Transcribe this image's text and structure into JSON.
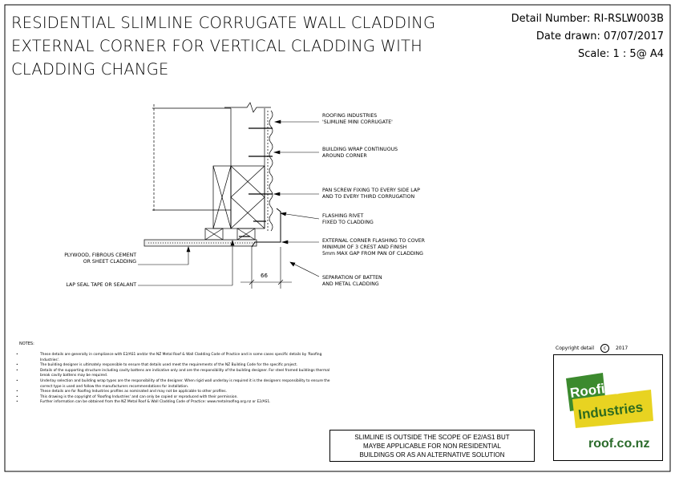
{
  "title": {
    "line1": "RESIDENTIAL SLIMLINE CORRUGATE WALL CLADDING",
    "line2": "EXTERNAL CORNER FOR VERTICAL CLADDING WITH",
    "line3": "CLADDING CHANGE"
  },
  "meta": {
    "detail_number": "Detail Number:  RI-RSLW003B",
    "date_drawn": "Date drawn:  07/07/2017",
    "scale": "Scale:    1 : 5@ A4"
  },
  "labels": {
    "mini_corrugate_1": "ROOFING INDUSTRIES",
    "mini_corrugate_2": "'SLIMLINE MINI CORRUGATE'",
    "wrap_1": "BUILDING WRAP CONTINUOUS",
    "wrap_2": "AROUND CORNER",
    "screw_1": "PAN SCREW FIXING TO EVERY SIDE LAP",
    "screw_2": "AND TO EVERY THIRD CORRUGATION",
    "rivet_1": "FLASHING RIVET",
    "rivet_2": "FIXED TO CLADDING",
    "flash_1": "EXTERNAL CORNER FLASHING TO COVER",
    "flash_2": "MINIMUM OF 3 CREST AND FINISH",
    "flash_3": "5mm MAX GAP FROM PAN OF CLADDING",
    "separation_1": "SEPARATION OF BATTEN",
    "separation_2": "AND METAL CLADDING",
    "plywood_1": "PLYWOOD, FIBROUS CEMENT",
    "plywood_2": "OR SHEET CLADDING",
    "lap_seal": "LAP SEAL TAPE OR SEALANT",
    "dimension": "66"
  },
  "notes_heading": "NOTES:",
  "notes": [
    "These details are generally in compliance with E2/AS1 and/or the NZ Metal Roof & Wall Cladding Code of Practice and in some cases specific details by 'Roofing Industries'.",
    "The building designer is ultimately responsible to ensure that details used meet the requirements of the NZ Building Code for the specific project.",
    "Details of the supporting structure including cavity battens are indicative only and are the responsibility of the building designer. For steel framed buildings thermal break cavity battens may be required.",
    "Underlay selection and building wrap types are the responsibility of the designer. When rigid wall underlay is required it is the designers responsibility to ensure the correct type is used and follow the manufacturers recommendations for installation.",
    "These details are for Roofing Industries profiles as nominated and may not be applicable to other profiles.",
    "This drawing is the copyright of 'Roofing Industries' and can only be copied or reproduced with their permission.",
    "Further information can be obtained from the NZ Metal Roof & Wall Cladding Code of Practice: www.metalroofing.org.nz or E2/AS1."
  ],
  "copyright": "Copyright detail",
  "copyright_year": "2017",
  "disclaimer_1": "SLIMLINE IS OUTSIDE THE SCOPE OF E2/AS1 BUT",
  "disclaimer_2": "MAYBE APPLICABLE FOR NON RESIDENTIAL",
  "disclaimer_3": "BUILDINGS OR AS AN ALTERNATIVE SOLUTION",
  "logo": {
    "word1": "Roofing",
    "word2": "Industries",
    "url": "roof.co.nz",
    "green": "#3c8a2e",
    "yellow": "#e8d321"
  }
}
